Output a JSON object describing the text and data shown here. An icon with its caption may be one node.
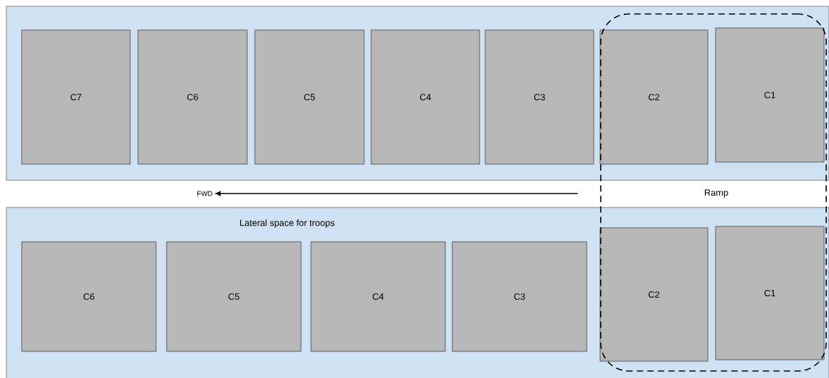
{
  "diagram": {
    "nodes": [
      {
        "text": [],
        "shape": "box"
      },
      {
        "text": [
          "C7"
        ],
        "in": 0
      },
      {
        "text": [
          "C6"
        ],
        "in": 0
      },
      {
        "text": [
          "C5"
        ],
        "in": 0
      },
      {
        "text": [
          "C4"
        ],
        "in": 0
      },
      {
        "text": [
          "C3"
        ],
        "in": 0
      },
      {
        "text": [
          "C2"
        ]
      },
      {
        "text": [
          "C1"
        ]
      },
      {
        "text": [
          "Ramp"
        ]
      },
      {
        "text": [
          "Lateral space for troops"
        ]
      },
      {
        "text": [
          "C6"
        ],
        "in": 9
      },
      {
        "text": [
          "C5"
        ],
        "in": 9
      },
      {
        "text": [
          "C4"
        ],
        "in": 9
      },
      {
        "text": [
          "C3"
        ],
        "in": 9
      },
      {
        "text": [
          "C2"
        ]
      },
      {
        "text": [
          "C1"
        ]
      }
    ],
    "labels": [
      "FWD"
    ]
  }
}
